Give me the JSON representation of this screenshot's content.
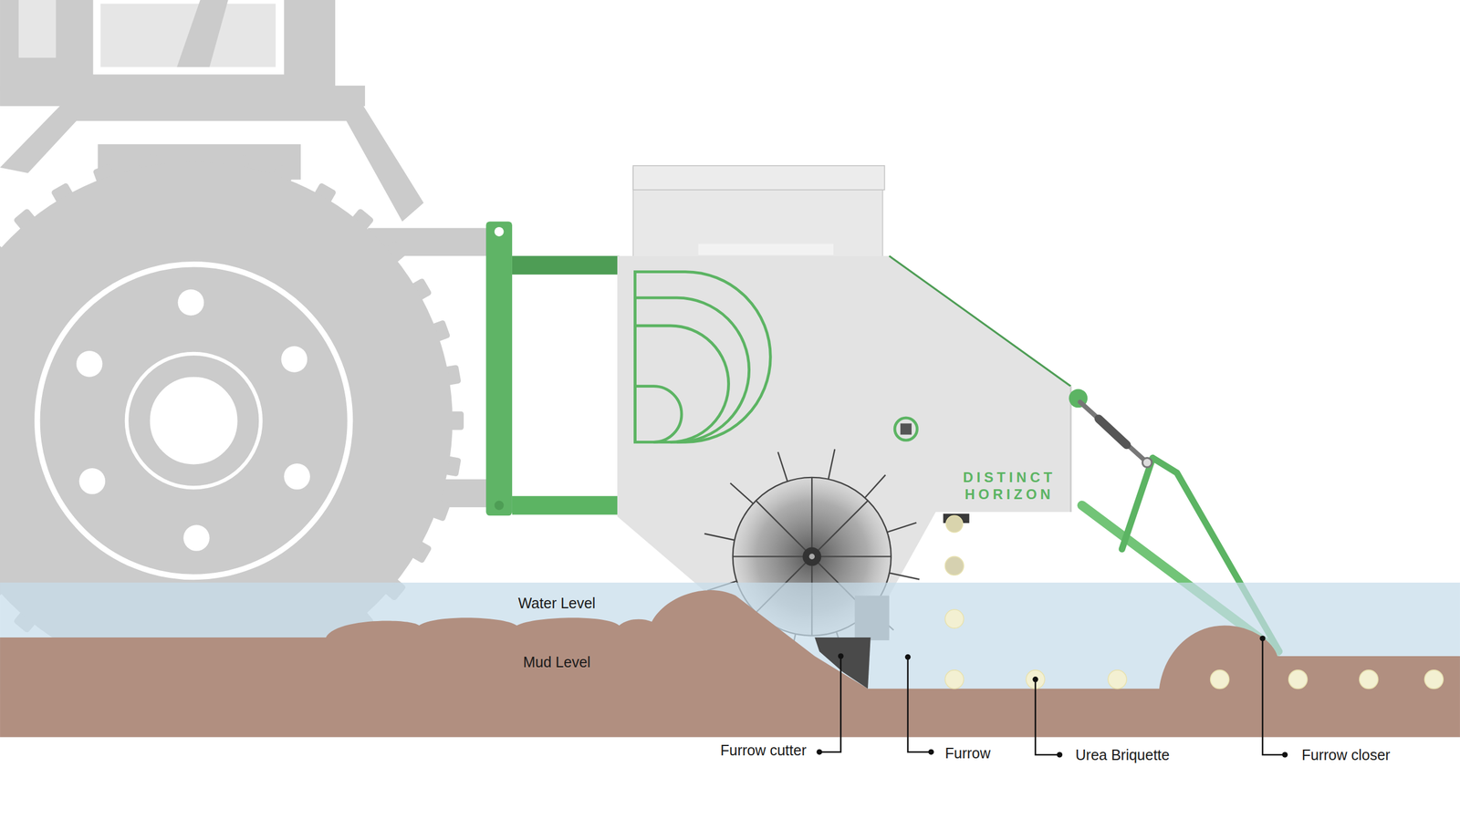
{
  "diagram": {
    "labels": [
      "Water Level",
      "Mud Level",
      "DISTINCT HORIZON",
      "Furrow cutter",
      "Furrow",
      "Urea Briquette",
      "Furrow closer"
    ]
  }
}
